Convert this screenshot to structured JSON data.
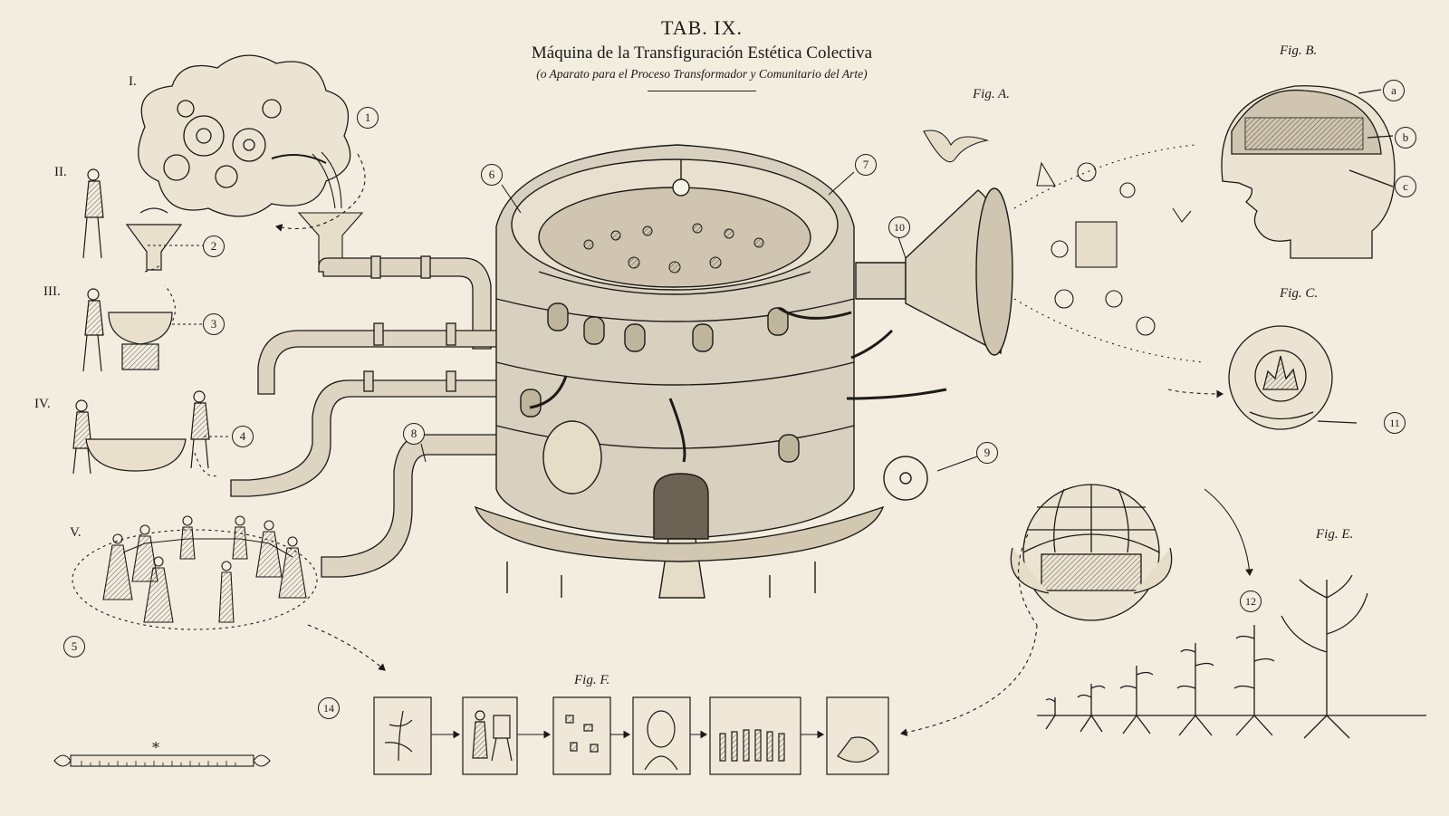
{
  "header": {
    "tab": "TAB. IX.",
    "title": "Máquina de la Transfiguración Estética Colectiva",
    "subtitle": "(o Aparato para el Proceso Transformador y Comunitario del Arte)"
  },
  "steps": [
    "I.",
    "II.",
    "III.",
    "IV.",
    "V."
  ],
  "figures": {
    "a": "Fig. A.",
    "b": "Fig. B.",
    "c": "Fig. C.",
    "e": "Fig. E.",
    "f": "Fig. F."
  },
  "callouts": [
    "1",
    "2",
    "3",
    "4",
    "5",
    "6",
    "7",
    "8",
    "9",
    "10",
    "11",
    "12",
    "14"
  ],
  "head_callouts": [
    "a",
    "b",
    "c"
  ],
  "scale_mark": "*",
  "colors": {
    "paper": "#f3ede0",
    "ink": "#1c1a17",
    "metal": "#d9d1c0"
  }
}
